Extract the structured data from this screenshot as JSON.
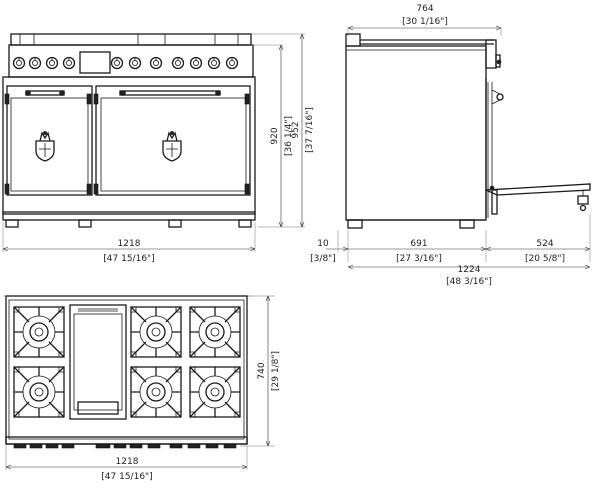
{
  "front_view": {
    "width_mm": "1218",
    "width_in": "[47 15/16\"]",
    "height_mm": "920",
    "height_in": "[36 1/4\"]",
    "total_height_mm": "952",
    "total_height_in": "[37 7/16\"]"
  },
  "side_view": {
    "depth_top_mm": "764",
    "depth_top_in": "[30 1/16\"]",
    "gap_mm": "10",
    "gap_in": "[3/8\"]",
    "body_depth_mm": "691",
    "body_depth_in": "[27 3/16\"]",
    "door_open_mm": "524",
    "door_open_in": "[20 5/8\"]",
    "total_depth_mm": "1224",
    "total_depth_in": "[48 3/16\"]"
  },
  "top_view": {
    "width_mm": "1218",
    "width_in": "[47 15/16\"]",
    "depth_mm": "740",
    "depth_in": "[29 1/8\"]"
  },
  "colors": {
    "line": "#1a1a1a",
    "background": "#ffffff"
  },
  "icons": {
    "door_emblem": "crest-emblem-icon",
    "knob": "knob-icon",
    "burner": "burner-grate-icon"
  }
}
